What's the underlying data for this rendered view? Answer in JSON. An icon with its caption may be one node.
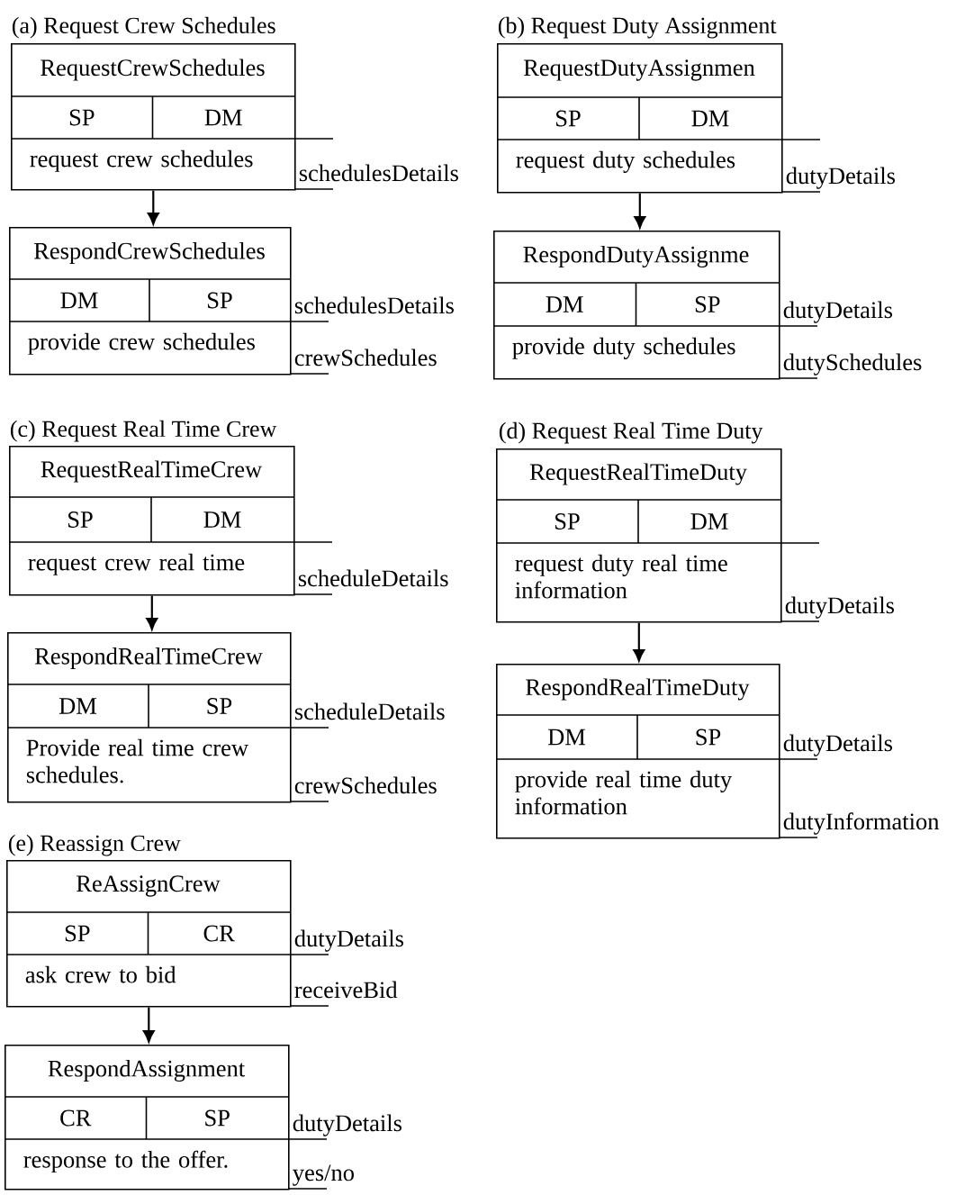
{
  "diagram": {
    "nodes": [
      {
        "text": [
          "RequestCrewSchedules",
          "SP",
          "DM",
          "request crew schedules"
        ],
        "beside": [
          "schedulesDetails"
        ]
      },
      {
        "text": [
          "RespondCrewSchedules",
          "DM",
          "SP",
          "provide crew schedules"
        ],
        "beside": [
          "schedulesDetails",
          "crewSchedules"
        ]
      },
      {
        "text": [
          "RequestDutyAssignmen",
          "SP",
          "DM",
          "request duty schedules"
        ],
        "beside": [
          "dutyDetails"
        ]
      },
      {
        "text": [
          "RespondDutyAssignme",
          "DM",
          "SP",
          "provide duty schedules"
        ],
        "beside": [
          "dutyDetails",
          "dutySchedules"
        ]
      },
      {
        "text": [
          "RequestRealTimeCrew",
          "SP",
          "DM",
          "request crew real time"
        ],
        "beside": [
          "scheduleDetails"
        ]
      },
      {
        "text": [
          "RespondRealTimeCrew",
          "DM",
          "SP",
          "Provide real time crew schedules."
        ],
        "beside": [
          "scheduleDetails",
          "crewSchedules"
        ]
      },
      {
        "text": [
          "RequestRealTimeDuty",
          "SP",
          "DM",
          "request duty real time information"
        ],
        "beside": [
          "dutyDetails"
        ]
      },
      {
        "text": [
          "RespondRealTimeDuty",
          "DM",
          "SP",
          "provide real time duty information"
        ],
        "beside": [
          "dutyDetails",
          "dutyInformation"
        ]
      },
      {
        "text": [
          "ReAssignCrew",
          "SP",
          "CR",
          "ask crew to bid"
        ],
        "beside": [
          "dutyDetails",
          "receiveBid"
        ]
      },
      {
        "text": [
          "RespondAssignment",
          "CR",
          "SP",
          "response to the offer."
        ],
        "beside": [
          "dutyDetails",
          "yes/no"
        ]
      }
    ],
    "edges": [
      {
        "from": 0,
        "to": 1,
        "arrow": "to"
      },
      {
        "from": 2,
        "to": 3,
        "arrow": "to"
      },
      {
        "from": 4,
        "to": 5,
        "arrow": "to"
      },
      {
        "from": 6,
        "to": 7,
        "arrow": "to"
      },
      {
        "from": 8,
        "to": 9,
        "arrow": "to"
      }
    ],
    "labels": [
      "(a) Request Crew Schedules",
      "(b) Request Duty Assignment",
      "(c) Request Real Time Crew",
      "(d) Request Real Time Duty",
      "(e) Reassign Crew"
    ]
  }
}
